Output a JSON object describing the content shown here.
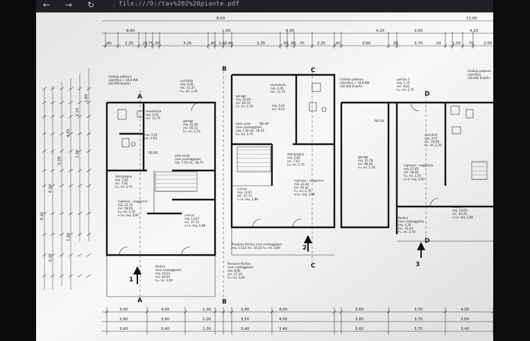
{
  "browser": {
    "back_icon": "back-arrow-icon",
    "forward_icon": "forward-arrow-icon",
    "reload_icon": "reload-icon",
    "address": "file:///D:/tav%202%20piante.pdf"
  },
  "dimensions": {
    "top_row1": [
      "8,00",
      "12,00"
    ],
    "top_row2": [
      "8,00",
      "1,00",
      "8,00",
      "4,25",
      "3,50",
      "4,25"
    ],
    "top_row3": [
      ".40",
      "2,25",
      ".25",
      ".75",
      ".50",
      "3,25",
      ".40",
      "1,00",
      ".40",
      "3,35",
      ".50",
      ".85",
      ".70",
      "2,25",
      ".40",
      "3,60",
      ".30",
      "3,70",
      ".30",
      "1,50",
      ".70",
      "2,00"
    ],
    "bottom_row1": [
      "3,00",
      "4,00",
      "1,00",
      "3,40",
      "4,00",
      "3,60",
      "3,70",
      "4,00"
    ],
    "bottom_row2": [
      "3,60",
      "3,60",
      "1,00",
      "3,50",
      "4,00",
      "3,60",
      "3,70",
      "3,60"
    ],
    "bottom_row3": [
      "3,40",
      "3,40",
      "1,00",
      "3,40",
      "3,40",
      "3,60",
      "3,70",
      "3,40"
    ],
    "left_cols": [
      "9,15",
      "6,50",
      "5,08",
      "4,55",
      "2,10",
      "1,80",
      "1,50",
      "1,20",
      "2,10"
    ]
  },
  "section_markers": [
    "A",
    "A",
    "B",
    "B",
    "C",
    "C",
    "D",
    "D"
  ],
  "unit_numbers": [
    "1",
    "2",
    "3"
  ],
  "rooms": {
    "caldaia_1": [
      "Caldaia potenza",
      "calorifica > 34,8 KW",
      "(30.000 Kcal/h)"
    ],
    "caldaia_2": [
      "Caldaia potenza",
      "calorifica > 34,8 KW",
      "(30.000 Kcal/h)"
    ],
    "caldaia_3": [
      "Caldaia potenza",
      "calorifica",
      "(30.000 Kcal/h)"
    ],
    "corridoio_1": [
      "corridoio",
      "mq. 5,05",
      "mc. 12,37",
      "h= ml. 2,45"
    ],
    "lavanderia_1": [
      "lavanderia",
      "mq. 4,35",
      "mc. 11,75"
    ],
    "bagno_1": [
      "mq. 3,53",
      "mc. 9,53"
    ],
    "garage_1": [
      "garage",
      "mq. 22,49",
      "mc. 60,72",
      "h= ml. 2,70"
    ],
    "rei_1": "REI 60",
    "scale_1": [
      "area scale",
      "(non conteggiate)",
      "mq. 7,50 mc. 18,75"
    ],
    "disimpegno_1": [
      "disimpegno",
      "mq. 7,81",
      "mc. 7,81",
      "h= ml. 2,70"
    ],
    "soggiorno_1": [
      "ingresso - soggiorno",
      "mq. 21,70",
      "mc. 58,59",
      "h= ml. 2,70",
      "s.l.a. mq. 3,00"
    ],
    "cucina_1": [
      "cucina",
      "mq. 13,97",
      "mc. 37,72",
      "s.l.a. mq. 2,88"
    ],
    "portico_1": [
      "Portico",
      "(non conteggiato)",
      "mq. 16,53",
      "mc. 49,59",
      "h= ml. 3,00"
    ],
    "garage_2": [
      "garage",
      "mq. 22,49",
      "mc. 60,72",
      "h= ml. 2,70"
    ],
    "lavanderia_2": [
      "lavanderia",
      "mq. 4,35",
      "mc. 11,75"
    ],
    "bagno_2": [
      "mq. 3,53",
      "mc. 9,53"
    ],
    "rei_2": "REI 60",
    "scale_2": [
      "area scale",
      "(non conteggiate)",
      "mq. 7,50 mc. 18,45",
      "h= ml. 2,70"
    ],
    "disimpegno_2": [
      "disimpegno",
      "mq. 2,82",
      "mc. 7,61",
      "h= ml. 2,70"
    ],
    "soggiorno_2": [
      "ingresso - soggiorno",
      "mq. 22,34",
      "mc. 60,32",
      "h= ml. 2,70",
      "s.l.a. mq. 2,88"
    ],
    "cucina_2": [
      "cucina",
      "mq. 13,97",
      "mc. 37,72",
      "s.l.a. mq. 2,88"
    ],
    "portico_2": [
      "Porzione Portico (non conteggiato)",
      "mq. 13,52 mc. 35,42 h= ml. 4,00"
    ],
    "portico_2b": [
      "Porzione Portico",
      "(non conteggiato)",
      "mq. 8,85",
      "mc. 27,10",
      "h= ml. 3,00"
    ],
    "garage_3": [
      "garage",
      "mq. 22,78",
      "mc. 88,40",
      "h= ml. 2,70"
    ],
    "rei_3": "REI 60",
    "portico_3": [
      "portico 1",
      "mq. 1,75",
      "mc. 4,81",
      "h= ml. 2,75"
    ],
    "corridoio_3": [
      "corridoio",
      "mq. 4,07",
      "mc. 10,99",
      "h= ml. 2,70"
    ],
    "soggiorno_3": [
      "ingresso - soggiorno",
      "mq. 21,85",
      "mc. 58,46",
      "h= ml. 2,70",
      "s.l.a. mq. 5,00"
    ],
    "cucina_3": [
      "cucina",
      "mq. 16,02",
      "mc. 43,25",
      "s.l.a. mq. 2,88"
    ],
    "portico_3b": [
      "Portico",
      "(non conteggiato)",
      "mq. 5,35",
      "mc. 14,44",
      "h= ml. 2,70"
    ]
  }
}
